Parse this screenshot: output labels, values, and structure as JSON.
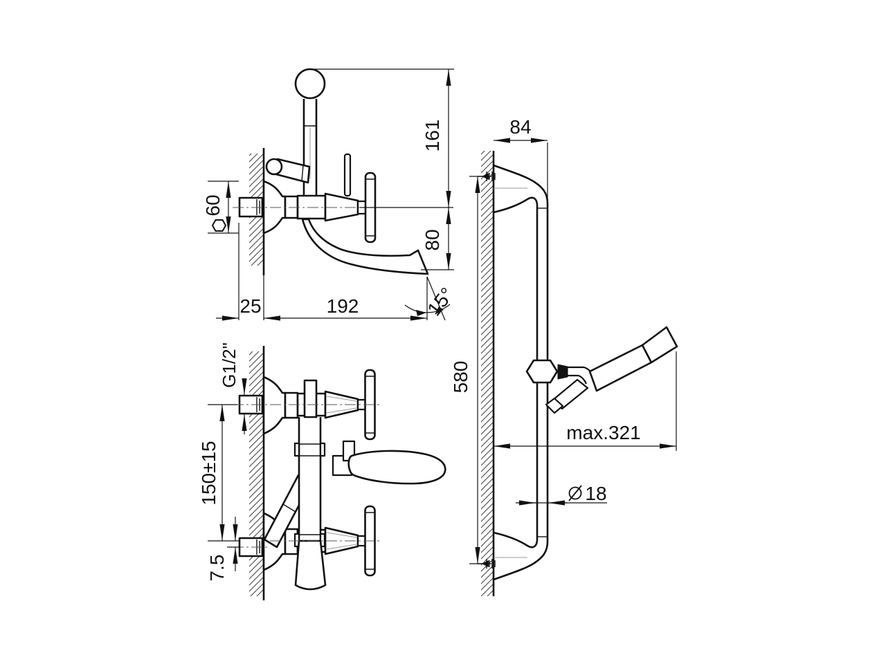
{
  "drawing_type": "technical dimension drawing - bath shower mixer and shower rail set",
  "colors": {
    "line": "#111111",
    "centerline": "#555555",
    "hatch": "#444444",
    "background": "#ffffff"
  },
  "icons": {
    "hexagon_symbol": "⬡",
    "diameter_symbol": "Ø"
  },
  "views": {
    "mixer_side": {
      "label": "bath mixer side view",
      "dims": {
        "height_upper": "161",
        "height_lower": "80",
        "escutcheon_diameter": "60",
        "wall_offset": "25",
        "spout_reach": "192",
        "spout_angle": "15°"
      }
    },
    "mixer_plan": {
      "label": "bath mixer rotated front view",
      "dims": {
        "inlet_thread": "G1/2\"",
        "inlet_centers": "150±15",
        "eccentric_offset": "7.5"
      }
    },
    "shower_rail": {
      "label": "shower rail with hand shower",
      "dims": {
        "bracket_depth": "84",
        "rail_length": "580",
        "max_reach": "max.321",
        "tube_diameter": "18"
      }
    }
  }
}
